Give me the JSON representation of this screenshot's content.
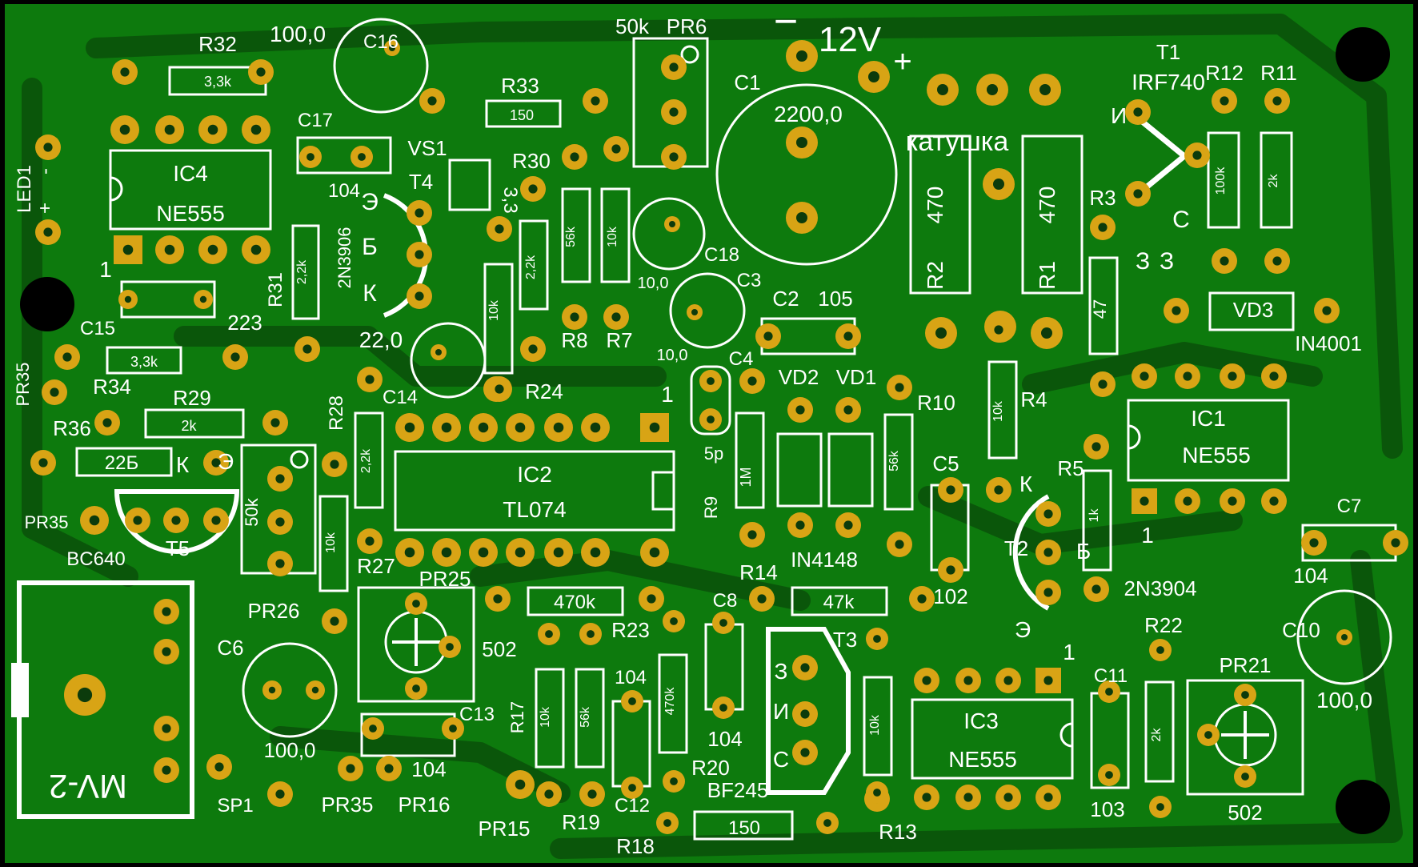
{
  "board": {
    "colors": {
      "pcb": "#0d7a0d",
      "trace": "#0a560a",
      "pad": "#d8a415",
      "silk": "#ffffff",
      "edge": "#000000"
    },
    "power": {
      "title": "12V",
      "minus": "−",
      "plus": "+"
    },
    "coil": {
      "label": "катушка"
    },
    "module": {
      "label": "MV-2"
    },
    "icons": [
      "mounting-hole",
      "potentiometer-cross-icon",
      "diode-symbol",
      "capacitor-symbol"
    ]
  },
  "labels": [
    {
      "id": "R32",
      "text": "R32"
    },
    {
      "id": "R32v",
      "text": "3,3k"
    },
    {
      "id": "C16v",
      "text": "100,0"
    },
    {
      "id": "C16",
      "text": "C16"
    },
    {
      "id": "R33",
      "text": "R33"
    },
    {
      "id": "R33v",
      "text": "150"
    },
    {
      "id": "PR6v",
      "text": "50k"
    },
    {
      "id": "PR6",
      "text": "PR6"
    },
    {
      "id": "C1",
      "text": "C1"
    },
    {
      "id": "C1v",
      "text": "2200,0"
    },
    {
      "id": "T1",
      "text": "T1"
    },
    {
      "id": "T1v",
      "text": "IRF740"
    },
    {
      "id": "T1I",
      "text": "И"
    },
    {
      "id": "T1C",
      "text": "С"
    },
    {
      "id": "T1Z",
      "text": "З"
    },
    {
      "id": "R12",
      "text": "R12"
    },
    {
      "id": "R11",
      "text": "R11"
    },
    {
      "id": "R12v",
      "text": "100k"
    },
    {
      "id": "R11v",
      "text": "2k"
    },
    {
      "id": "C17",
      "text": "C17"
    },
    {
      "id": "C17v",
      "text": "104"
    },
    {
      "id": "IC4",
      "text": "IC4"
    },
    {
      "id": "IC4v",
      "text": "NE555"
    },
    {
      "id": "LED1",
      "text": "LED1"
    },
    {
      "id": "LEDm",
      "text": "-"
    },
    {
      "id": "LEDp",
      "text": "+"
    },
    {
      "id": "VS1",
      "text": "VS1"
    },
    {
      "id": "T4",
      "text": "T4"
    },
    {
      "id": "T4E",
      "text": "Э"
    },
    {
      "id": "T4B",
      "text": "Б"
    },
    {
      "id": "T4K",
      "text": "К"
    },
    {
      "id": "T4v",
      "text": "2N3906"
    },
    {
      "id": "R30",
      "text": "R30"
    },
    {
      "id": "R31",
      "text": "R31"
    },
    {
      "id": "R31v",
      "text": "2,2k"
    },
    {
      "id": "V33",
      "text": "3,3"
    },
    {
      "id": "R8v",
      "text": "56k"
    },
    {
      "id": "R7v",
      "text": "10k"
    },
    {
      "id": "R8",
      "text": "R8"
    },
    {
      "id": "R7",
      "text": "R7"
    },
    {
      "id": "C18",
      "text": "C18"
    },
    {
      "id": "C18v",
      "text": "10,0"
    },
    {
      "id": "C3",
      "text": "C3"
    },
    {
      "id": "C3v",
      "text": "10,0"
    },
    {
      "id": "R2",
      "text": "R2"
    },
    {
      "id": "R2v",
      "text": "470"
    },
    {
      "id": "R1",
      "text": "R1"
    },
    {
      "id": "R1v",
      "text": "470"
    },
    {
      "id": "R3",
      "text": "R3"
    },
    {
      "id": "R3v",
      "text": "47"
    },
    {
      "id": "Z3",
      "text": "З"
    },
    {
      "id": "VD3",
      "text": "VD3"
    },
    {
      "id": "VD3v",
      "text": "IN4001"
    },
    {
      "id": "one1",
      "text": "1"
    },
    {
      "id": "C15",
      "text": "C15"
    },
    {
      "id": "C15v",
      "text": "223"
    },
    {
      "id": "C2",
      "text": "C2"
    },
    {
      "id": "C2v",
      "text": "105"
    },
    {
      "id": "PR35a",
      "text": "PR35"
    },
    {
      "id": "R34",
      "text": "R34"
    },
    {
      "id": "R34v",
      "text": "3,3k"
    },
    {
      "id": "C22",
      "text": "22,0"
    },
    {
      "id": "R24v",
      "text": "10k"
    },
    {
      "id": "R24",
      "text": "R24"
    },
    {
      "id": "R24b",
      "text": "2,2k"
    },
    {
      "id": "C4",
      "text": "C4"
    },
    {
      "id": "VD2",
      "text": "VD2"
    },
    {
      "id": "VD1",
      "text": "VD1"
    },
    {
      "id": "R10",
      "text": "R10"
    },
    {
      "id": "R4",
      "text": "R4"
    },
    {
      "id": "R4v",
      "text": "10k"
    },
    {
      "id": "IC1",
      "text": "IC1"
    },
    {
      "id": "IC1v",
      "text": "NE555"
    },
    {
      "id": "R29",
      "text": "R29"
    },
    {
      "id": "R29v",
      "text": "2k"
    },
    {
      "id": "R28",
      "text": "R28"
    },
    {
      "id": "C14",
      "text": "C14"
    },
    {
      "id": "R28v",
      "text": "2,2k"
    },
    {
      "id": "R36",
      "text": "R36"
    },
    {
      "id": "R36v",
      "text": "22Б"
    },
    {
      "id": "T5K",
      "text": "К"
    },
    {
      "id": "T5E",
      "text": "Э"
    },
    {
      "id": "IC2",
      "text": "IC2"
    },
    {
      "id": "IC2v",
      "text": "TL074"
    },
    {
      "id": "one2",
      "text": "1"
    },
    {
      "id": "C4v",
      "text": "5p"
    },
    {
      "id": "R9",
      "text": "R9"
    },
    {
      "id": "R9v",
      "text": "1M"
    },
    {
      "id": "R10v",
      "text": "56k"
    },
    {
      "id": "C5",
      "text": "C5"
    },
    {
      "id": "T2K",
      "text": "К"
    },
    {
      "id": "R5",
      "text": "R5"
    },
    {
      "id": "R5v",
      "text": "1k"
    },
    {
      "id": "T2",
      "text": "T2"
    },
    {
      "id": "T2B",
      "text": "Б"
    },
    {
      "id": "one3",
      "text": "1"
    },
    {
      "id": "C7",
      "text": "C7"
    },
    {
      "id": "C7v",
      "text": "104"
    },
    {
      "id": "PR35b",
      "text": "PR35"
    },
    {
      "id": "R26v",
      "text": "50k"
    },
    {
      "id": "T5",
      "text": "T5"
    },
    {
      "id": "T5v",
      "text": "BC640"
    },
    {
      "id": "R27v",
      "text": "10k"
    },
    {
      "id": "R27",
      "text": "R27"
    },
    {
      "id": "PR25",
      "text": "PR25"
    },
    {
      "id": "IN4148",
      "text": "IN4148"
    },
    {
      "id": "R14",
      "text": "R14"
    },
    {
      "id": "R14v",
      "text": "47k"
    },
    {
      "id": "C5v",
      "text": "102"
    },
    {
      "id": "T2v",
      "text": "2N3904"
    },
    {
      "id": "T2E",
      "text": "Э"
    },
    {
      "id": "PR26",
      "text": "PR26"
    },
    {
      "id": "R470",
      "text": "470k"
    },
    {
      "id": "R23",
      "text": "R23"
    },
    {
      "id": "C8",
      "text": "C8"
    },
    {
      "id": "T3",
      "text": "T3"
    },
    {
      "id": "R22",
      "text": "R22"
    },
    {
      "id": "C10",
      "text": "C10"
    },
    {
      "id": "C10v",
      "text": "100,0"
    },
    {
      "id": "C6",
      "text": "C6"
    },
    {
      "id": "v502a",
      "text": "502"
    },
    {
      "id": "R17",
      "text": "R17"
    },
    {
      "id": "R17v",
      "text": "10k"
    },
    {
      "id": "R19v",
      "text": "56k"
    },
    {
      "id": "C12v",
      "text": "104"
    },
    {
      "id": "R20v",
      "text": "470k"
    },
    {
      "id": "C8v",
      "text": "104"
    },
    {
      "id": "T3Z",
      "text": "З"
    },
    {
      "id": "T3I",
      "text": "И"
    },
    {
      "id": "T3C",
      "text": "С"
    },
    {
      "id": "R13v",
      "text": "10k"
    },
    {
      "id": "IC3",
      "text": "IC3"
    },
    {
      "id": "IC3v",
      "text": "NE555"
    },
    {
      "id": "one4",
      "text": "1"
    },
    {
      "id": "C11",
      "text": "C11"
    },
    {
      "id": "R22v",
      "text": "2k"
    },
    {
      "id": "PR21",
      "text": "PR21"
    },
    {
      "id": "C13",
      "text": "C13"
    },
    {
      "id": "C6v",
      "text": "100,0"
    },
    {
      "id": "C13v",
      "text": "104"
    },
    {
      "id": "R20",
      "text": "R20"
    },
    {
      "id": "T3v",
      "text": "BF245"
    },
    {
      "id": "C11v",
      "text": "103"
    },
    {
      "id": "v502b",
      "text": "502"
    },
    {
      "id": "SP1",
      "text": "SP1"
    },
    {
      "id": "PR35c",
      "text": "PR35"
    },
    {
      "id": "PR16",
      "text": "PR16"
    },
    {
      "id": "PR15",
      "text": "PR15"
    },
    {
      "id": "R19",
      "text": "R19"
    },
    {
      "id": "C12",
      "text": "C12"
    },
    {
      "id": "R18",
      "text": "R18"
    },
    {
      "id": "R18v",
      "text": "150"
    },
    {
      "id": "R13",
      "text": "R13"
    }
  ]
}
